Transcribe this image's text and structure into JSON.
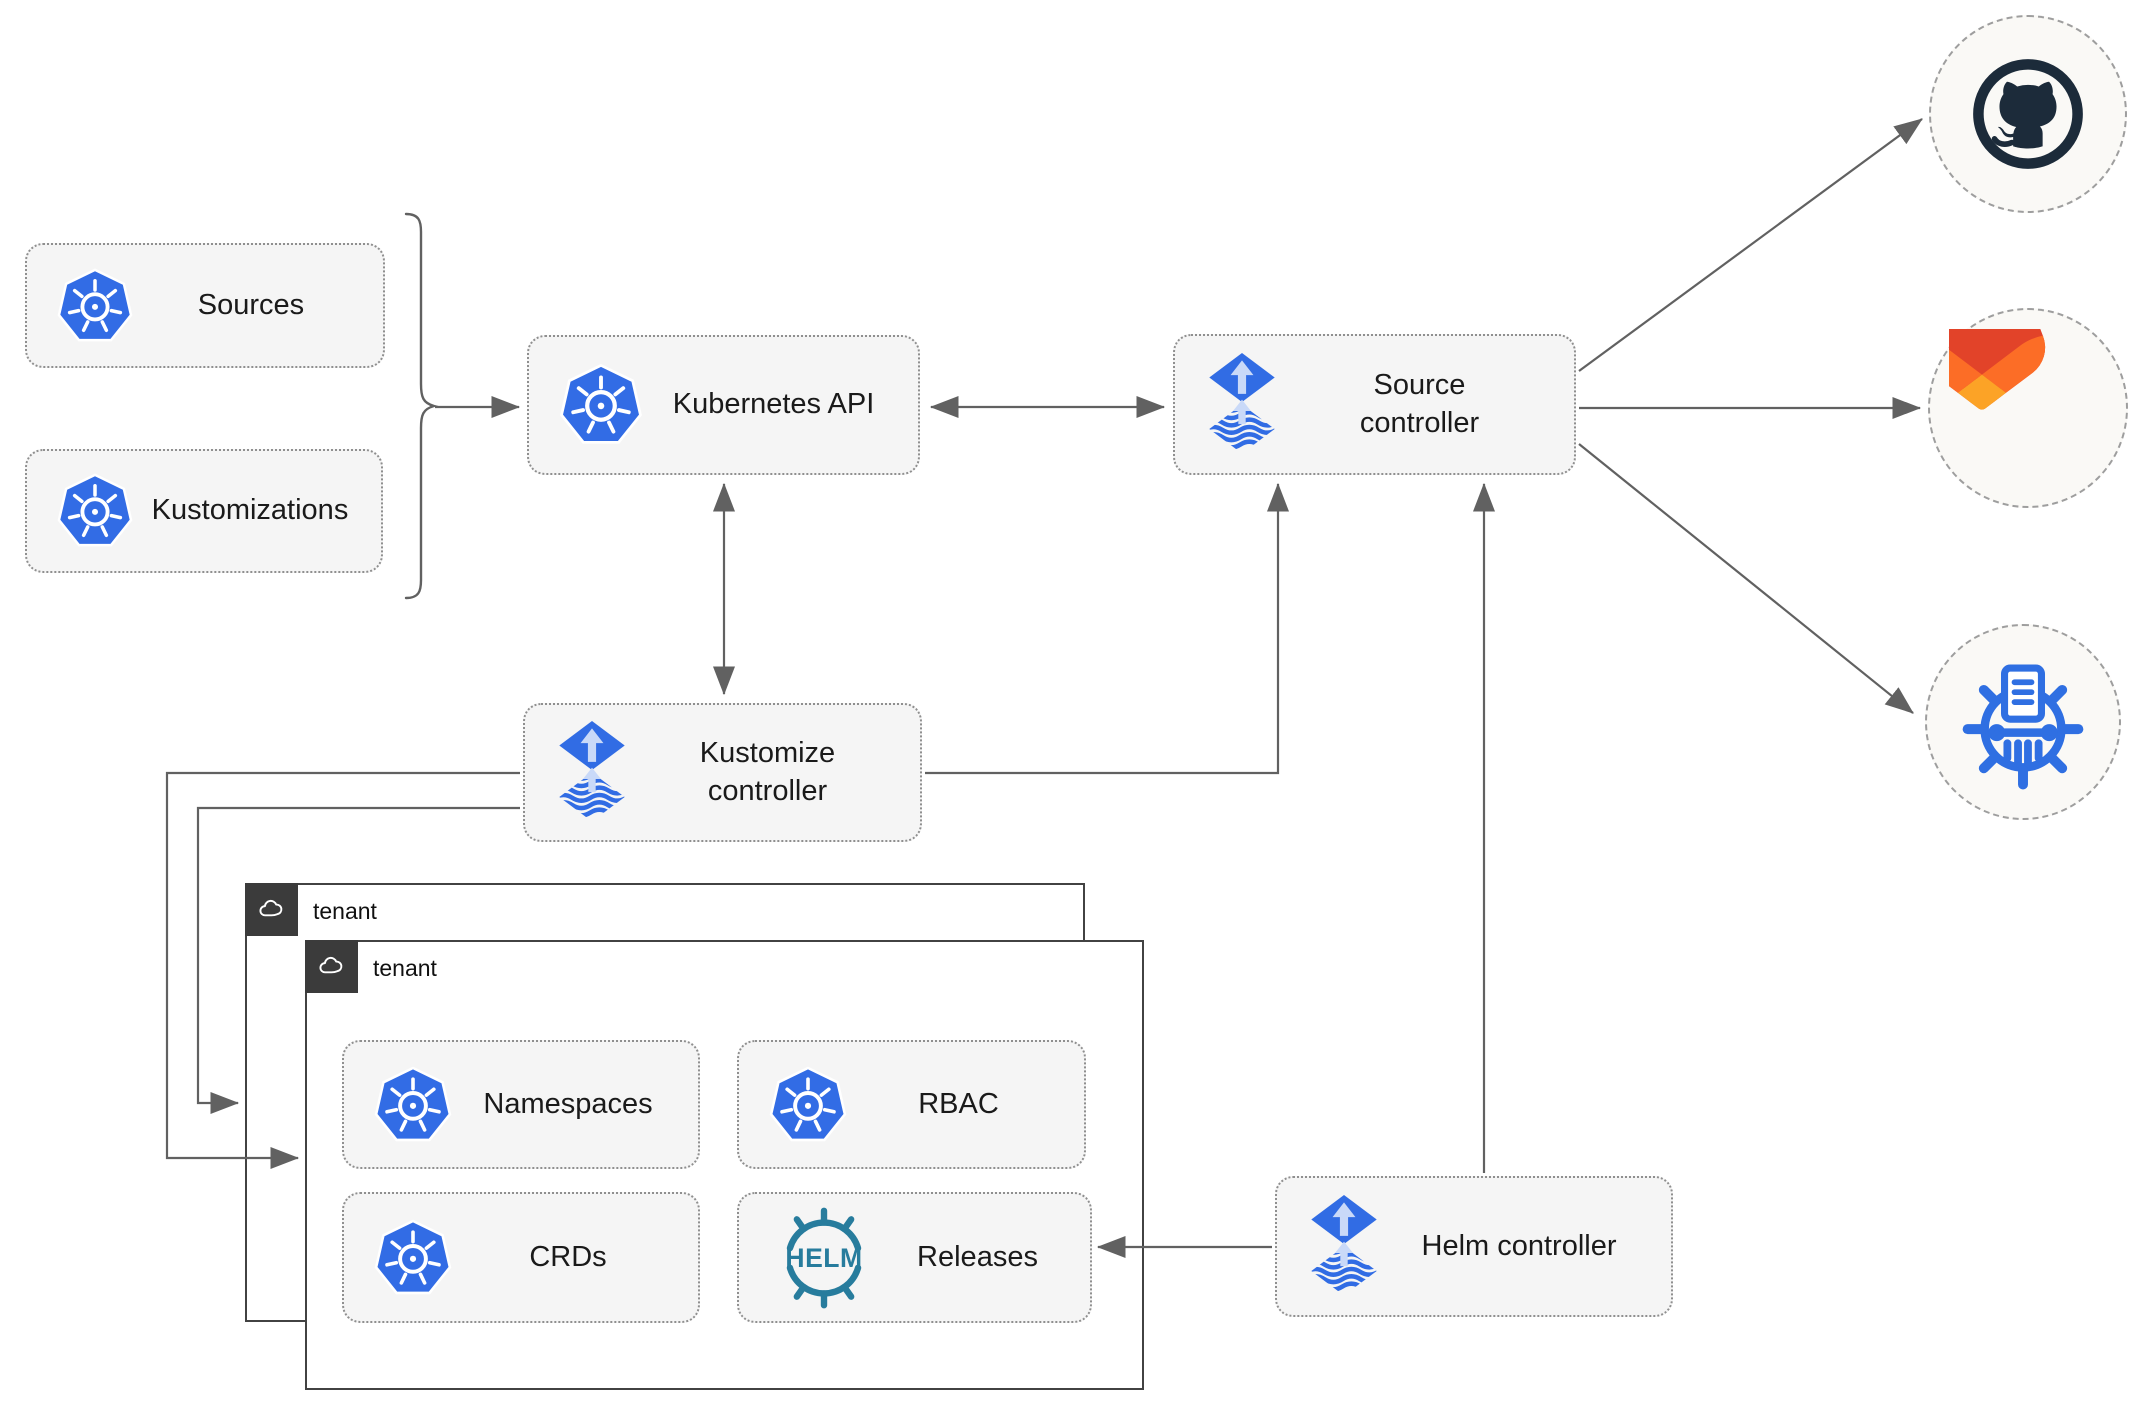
{
  "nodes": {
    "sources": {
      "label": "Sources",
      "icon": "kubernetes-logo"
    },
    "kustomizations": {
      "label": "Kustomizations",
      "icon": "kubernetes-logo"
    },
    "kubernetes_api": {
      "label": "Kubernetes API",
      "icon": "kubernetes-logo"
    },
    "source_controller": {
      "label": "Source controller",
      "icon": "flux-logo"
    },
    "kustomize_controller": {
      "label": "Kustomize controller",
      "icon": "flux-logo"
    },
    "helm_controller": {
      "label": "Helm controller",
      "icon": "flux-logo"
    },
    "tenant_back": {
      "label": "tenant",
      "icon": "cloud-icon"
    },
    "tenant_front": {
      "label": "tenant",
      "icon": "cloud-icon"
    },
    "namespaces": {
      "label": "Namespaces",
      "icon": "kubernetes-logo"
    },
    "rbac": {
      "label": "RBAC",
      "icon": "kubernetes-logo"
    },
    "crds": {
      "label": "CRDs",
      "icon": "kubernetes-logo"
    },
    "releases": {
      "label": "Releases",
      "icon": "helm-logo",
      "icon_text": "HELM"
    }
  },
  "endpoints": {
    "github": {
      "icon": "github-logo"
    },
    "gitlab": {
      "icon": "gitlab-logo"
    },
    "chartmuseum": {
      "icon": "chartmuseum-logo"
    }
  },
  "colors": {
    "kubernetes_blue": "#326CE5",
    "flux_blue": "#316CE4",
    "flux_arrow_light": "#C9D9F8",
    "helm_teal": "#277C9D",
    "github_dark": "#1C2B3A",
    "gitlab_dark_orange": "#E24329",
    "gitlab_orange": "#FC6D26",
    "gitlab_light_orange": "#FCA326",
    "chartmuseum_blue": "#2F6FE2",
    "connector_gray": "#616161",
    "node_fill": "#F5F5F5",
    "node_border": "#8F8F8F",
    "circle_fill": "#FAF9F6",
    "circle_border": "#9E9E9E",
    "tenant_border": "#424242",
    "tenant_tab_bg": "#3B3B3B",
    "label_color": "#1A1A1A"
  }
}
